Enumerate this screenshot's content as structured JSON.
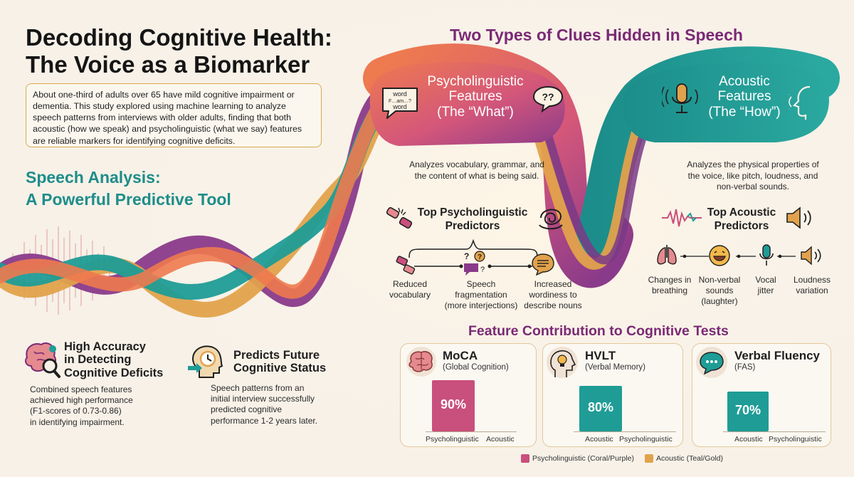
{
  "header": {
    "title_line1": "Decoding Cognitive Health:",
    "title_line2": "The Voice as a Biomarker",
    "intro": "About one-third of adults over 65 have mild cognitive impairment or dementia. This study explored using machine learning to analyze speech patterns from interviews with older adults, finding that both acoustic (how we speak) and psycholinguistic (what we say) features are reliable markers for identifying cognitive deficits."
  },
  "left": {
    "section_line1": "Speech Analysis:",
    "section_line2": "A Powerful Predictive Tool",
    "stat1": {
      "title_line1": "High Accuracy",
      "title_line2": "in Detecting",
      "title_line3": "Cognitive Deficits",
      "desc_line1": "Combined speech features",
      "desc_line2": "achieved high performance",
      "desc_line3": "(F1-scores of 0.73-0.86)",
      "desc_line4": "in identifying impairment."
    },
    "stat2": {
      "title_line1": "Predicts Future",
      "title_line2": "Cognitive Status",
      "desc_line1": "Speech patterns from an",
      "desc_line2": "initial interview successfully",
      "desc_line3": "predicted cognitive",
      "desc_line4": "performance 1-2 years later."
    }
  },
  "right": {
    "title": "Two Types of Clues Hidden in Speech",
    "psycho": {
      "line1": "Psycholinguistic",
      "line2": "Features",
      "line3": "(The “What”)",
      "bubble_text": "word F…am…? word",
      "question_marks": "??",
      "desc_line1": "Analyzes vocabulary, grammar, and",
      "desc_line2": "the content of what is being said.",
      "pred_title_line1": "Top Psycholinguistic",
      "pred_title_line2": "Predictors",
      "predictors": [
        {
          "line1": "Reduced",
          "line2": "vocabulary",
          "line3": ""
        },
        {
          "line1": "Speech",
          "line2": "fragmentation",
          "line3": "(more interjections)"
        },
        {
          "line1": "Increased",
          "line2": "wordiness to",
          "line3": "describe nouns"
        }
      ]
    },
    "acoustic": {
      "line1": "Acoustic",
      "line2": "Features",
      "line3": "(The “How”)",
      "desc_line1": "Analyzes the physical properties of",
      "desc_line2": "the voice, like pitch, loudness, and",
      "desc_line3": "non-verbal sounds.",
      "pred_title_line1": "Top Acoustic",
      "pred_title_line2": "Predictors",
      "predictors": [
        {
          "line1": "Changes in",
          "line2": "breathing",
          "line3": ""
        },
        {
          "line1": "Non-verbal",
          "line2": "sounds",
          "line3": "(laughter)"
        },
        {
          "line1": "Vocal",
          "line2": "jitter",
          "line3": ""
        },
        {
          "line1": "Loudness",
          "line2": "variation",
          "line3": ""
        }
      ]
    }
  },
  "contribution": {
    "title": "Feature Contribution to Cognitive Tests",
    "colors": {
      "psycholinguistic": "#c94f7c",
      "acoustic": "#1f9c96"
    },
    "cards": [
      {
        "title": "MoCA",
        "subtitle": "(Global Cognition)",
        "value_label": "90%",
        "value": 90,
        "left_label": "Psycholinguistic",
        "right_label": "Acoustic",
        "icon": "brain-icon"
      },
      {
        "title": "HVLT",
        "subtitle": "(Verbal Memory)",
        "value_label": "80%",
        "value": 80,
        "left_label": "Acoustic",
        "right_label": "Psycholinguistic",
        "icon": "lightbulb-head-icon"
      },
      {
        "title": "Verbal Fluency",
        "subtitle": "(FAS)",
        "value_label": "70%",
        "value": 70,
        "left_label": "Acoustic",
        "right_label": "Psycholinguistic",
        "icon": "speech-bubble-icon"
      }
    ],
    "legend_psycho": "Psycholinguistic (Coral/Purple)",
    "legend_acoustic": "Acoustic (Teal/Gold)"
  }
}
